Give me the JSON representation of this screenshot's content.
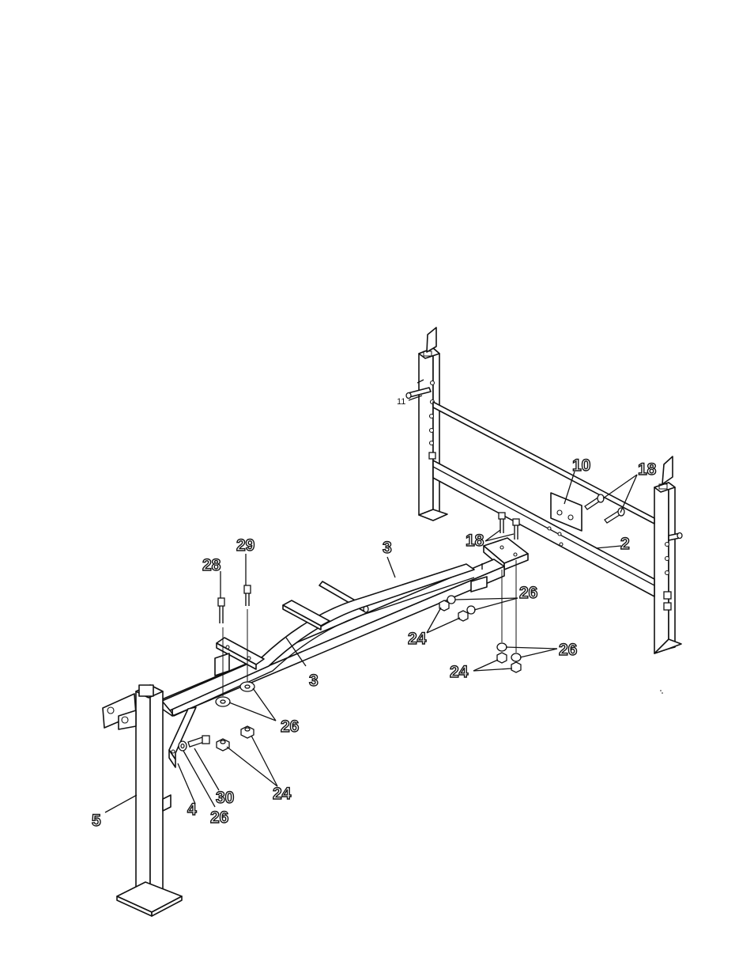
{
  "diagram": {
    "type": "exploded assembly drawing",
    "callouts": {
      "c11": "11",
      "c10": "10",
      "c18a": "18",
      "c18b": "18",
      "c2": "2",
      "c3a": "3",
      "c3b": "3",
      "c29": "29",
      "c28": "28",
      "c26a": "26",
      "c26b": "26",
      "c26c": "26",
      "c26d": "26",
      "c24a": "24",
      "c24b": "24",
      "c24c": "24",
      "c30": "30",
      "c4": "4",
      "c5": "5"
    }
  }
}
